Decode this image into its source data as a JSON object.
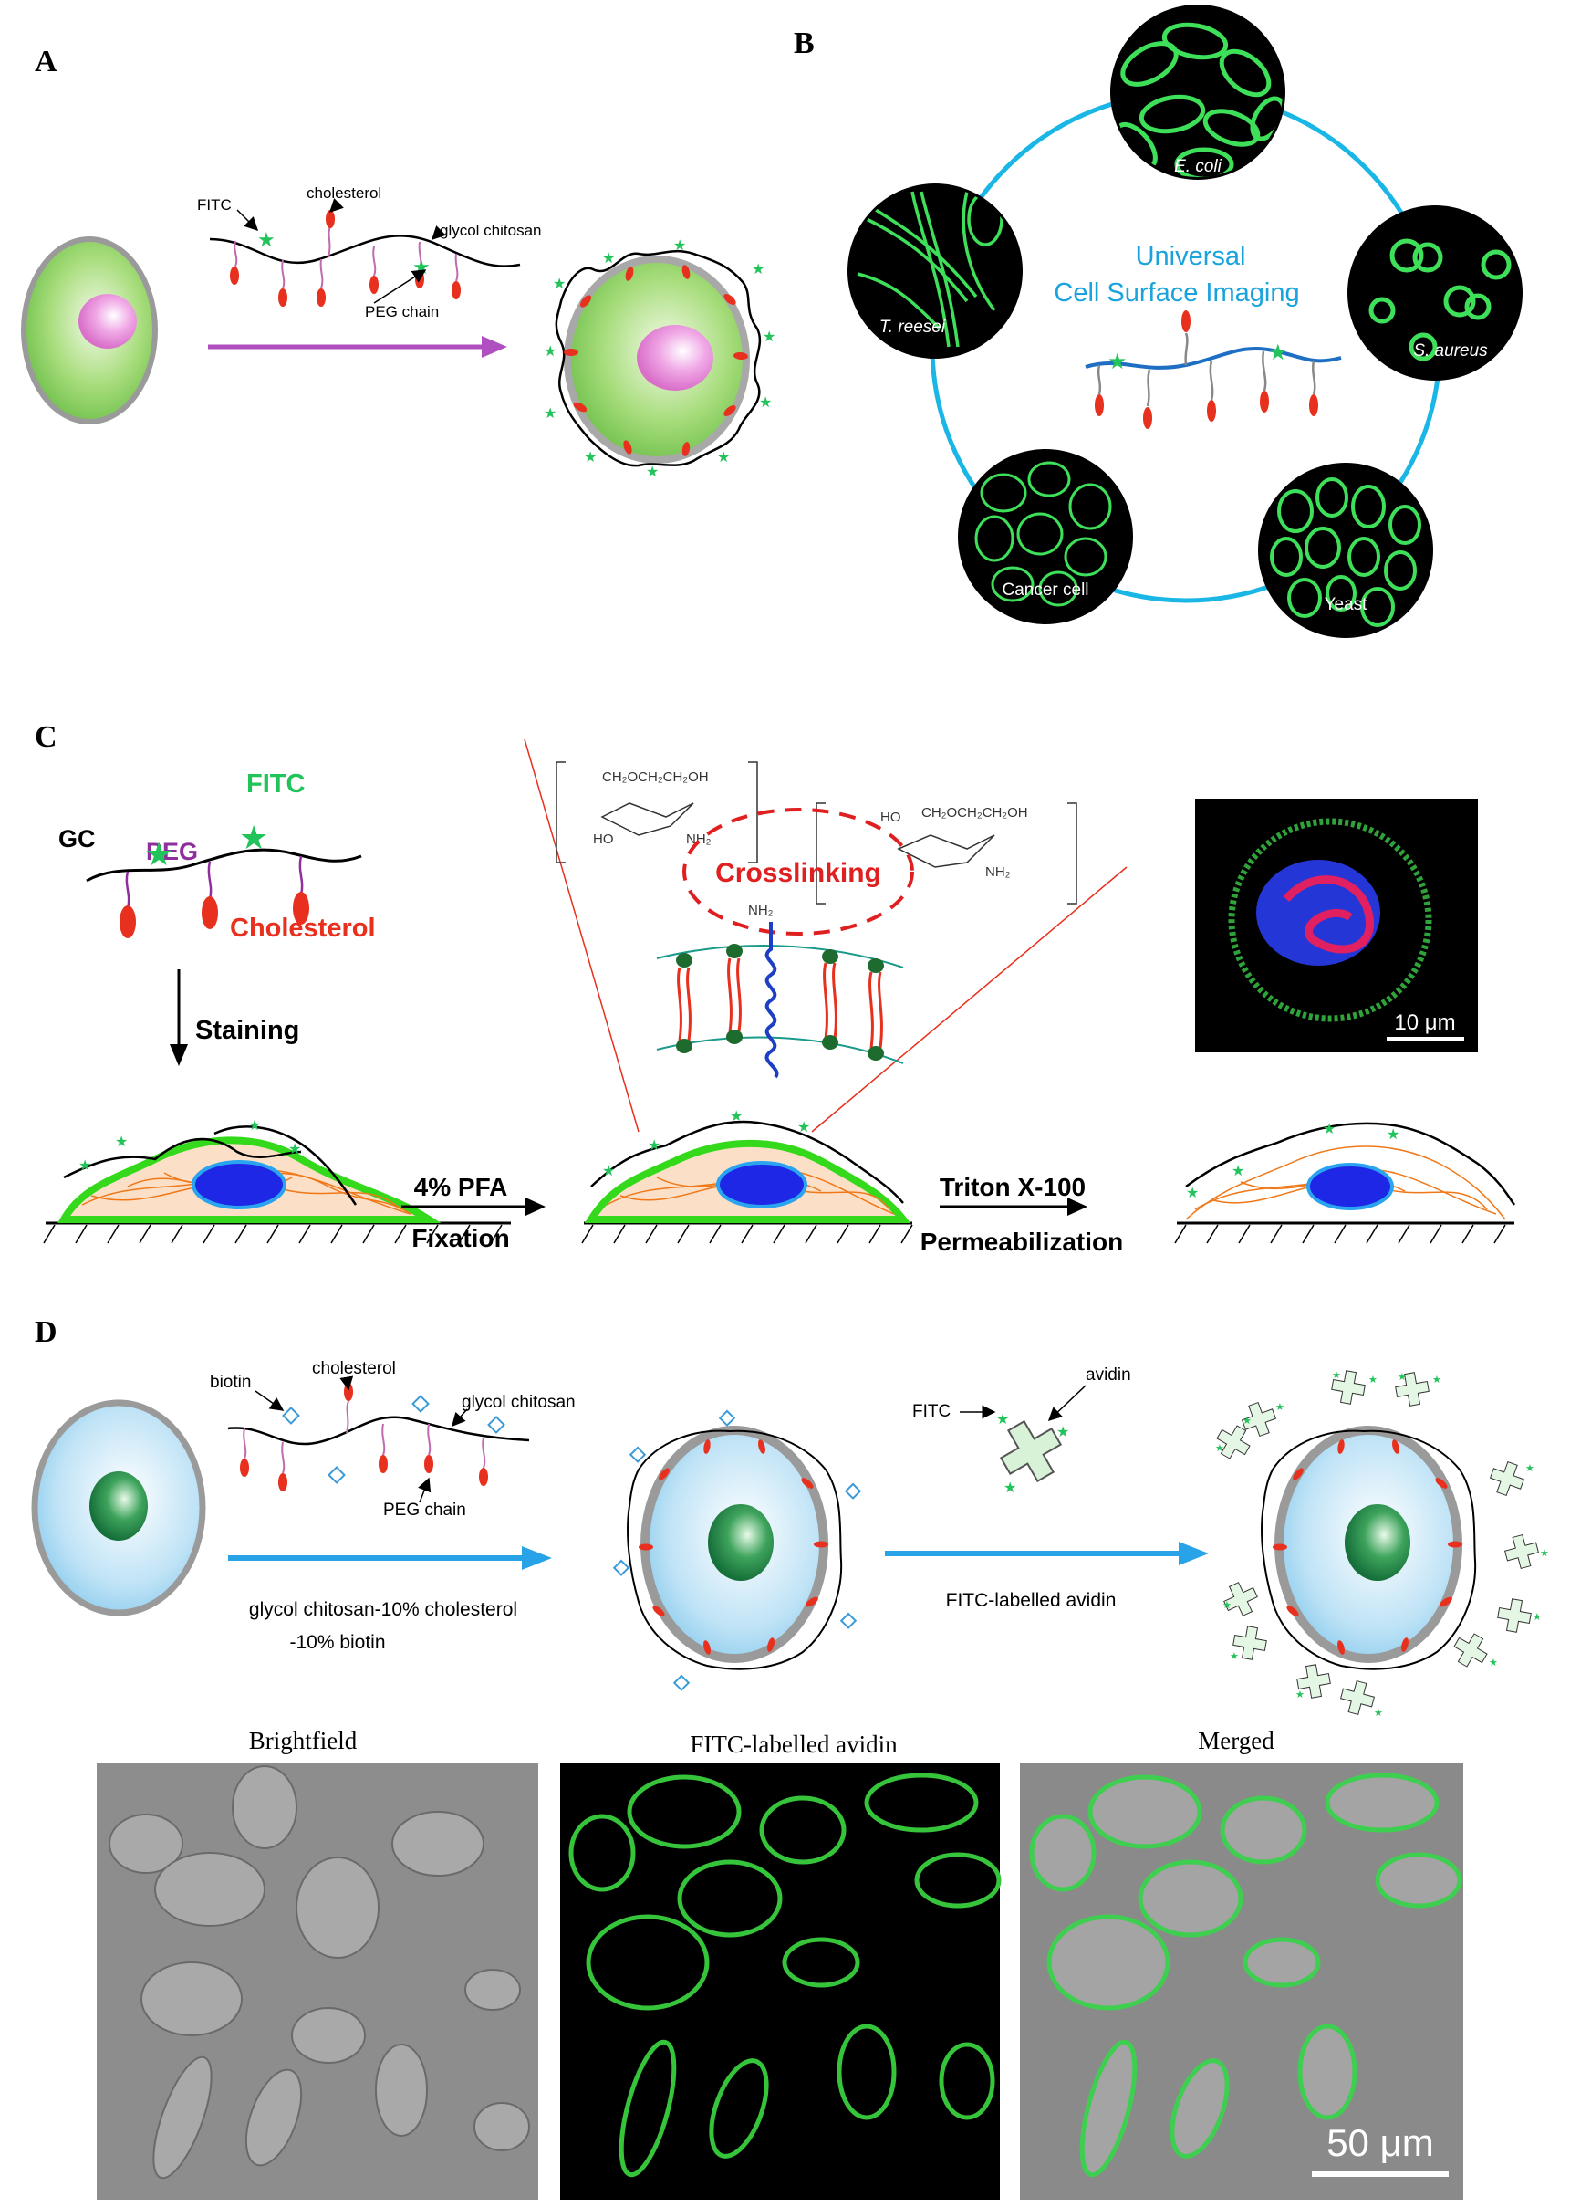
{
  "panels": {
    "A": {
      "letter": "A",
      "fitc": "FITC",
      "cholesterol": "cholesterol",
      "glycol_chitosan": "glycol chitosan",
      "peg_chain": "PEG chain"
    },
    "B": {
      "letter": "B",
      "title_line1": "Universal",
      "title_line2": "Cell Surface Imaging",
      "images": [
        "E. coli",
        "S. aureus",
        "Yeast",
        "Cancer cell",
        "T. reesei"
      ]
    },
    "C": {
      "letter": "C",
      "gc": "GC",
      "peg": "PEG",
      "fitc": "FITC",
      "cholesterol": "Cholesterol",
      "staining": "Staining",
      "crosslinking": "Crosslinking",
      "ch2och2ch2oh": "CH₂OCH₂CH₂OH",
      "ho": "HO",
      "nh2": "NH₂",
      "step1_top": "4% PFA",
      "step1_bottom": "Fixation",
      "step2_top": "Triton X-100",
      "step2_bottom": "Permeabilization",
      "scale": "10 μm"
    },
    "D": {
      "letter": "D",
      "biotin": "biotin",
      "cholesterol": "cholesterol",
      "glycol_chitosan": "glycol chitosan",
      "peg_chain": "PEG chain",
      "arrow1_line1": "glycol chitosan-10% cholesterol",
      "arrow1_line2": "-10% biotin",
      "fitc": "FITC",
      "avidin": "avidin",
      "arrow2_label": "FITC-labelled avidin",
      "micro_titles": [
        "Brightfield",
        "FITC-labelled avidin",
        "Merged"
      ],
      "scale": "50 μm"
    }
  },
  "colors": {
    "cyan": "#19b6e6",
    "purple_arrow": "#b04fc0",
    "blue_arrow": "#29a3e8",
    "red": "#e8301e",
    "green_star": "#22c35a",
    "crosslink_red": "#e02020"
  }
}
